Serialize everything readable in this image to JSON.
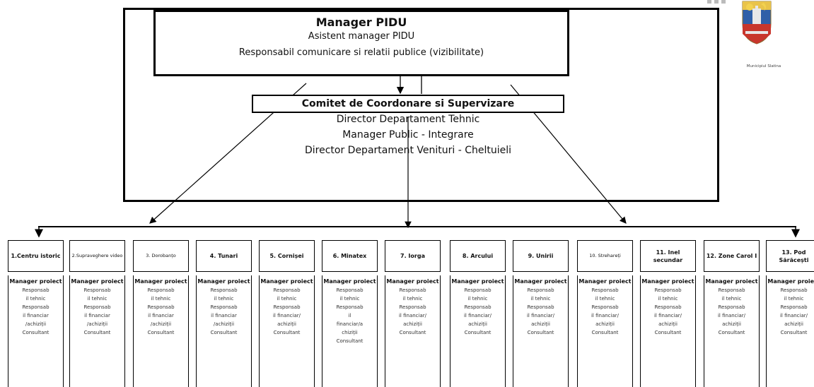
{
  "manager": {
    "title": "Manager PIDU",
    "line1": "Asistent manager PIDU",
    "line2": "Responsabil comunicare si relatii publice (vizibilitate)"
  },
  "committee": {
    "title": "Comitet de Coordonare si Supervizare",
    "members": [
      "Director Departament Tehnic",
      "Manager Public - Integrare",
      "Director Departament Venituri - Cheltuieli"
    ]
  },
  "logo": {
    "caption": "Municipiul Slatina"
  },
  "projects": [
    {
      "title": "1.Centru istoric",
      "manager": "Manager proiect",
      "roles": [
        "Responsab",
        "il tehnic",
        "Responsab",
        "il financiar",
        "/achiziții",
        "Consultant"
      ]
    },
    {
      "title": "2.Supraveghere video",
      "manager": "Manager proiect",
      "roles": [
        "Responsab",
        "il tehnic",
        "Responsab",
        "il financiar",
        "/achiziții",
        "Consultant"
      ]
    },
    {
      "title": "3. Dorobanțo",
      "manager": "Manager proiect",
      "roles": [
        "Responsab",
        "il tehnic",
        "Responsab",
        "il financiar",
        "/achiziții",
        "Consultant"
      ]
    },
    {
      "title": "4. Tunari",
      "manager": "Manager proiect",
      "roles": [
        "Responsab",
        "il tehnic",
        "Responsab",
        "il financiar",
        "/achiziții",
        "Consultant"
      ]
    },
    {
      "title": "5. Cornișei",
      "manager": "Manager proiect",
      "roles": [
        "Responsab",
        "il tehnic",
        "Responsab",
        "il financiar/",
        "achiziții",
        "Consultant"
      ]
    },
    {
      "title": "6. Minatex",
      "manager": "Manager proiect",
      "roles": [
        "Responsab",
        "il tehnic",
        "Responsab",
        "il",
        "financiar/a",
        "chiziții",
        "Consultant"
      ]
    },
    {
      "title": "7. Iorga",
      "manager": "Manager proiect",
      "roles": [
        "Responsab",
        "il tehnic",
        "Responsab",
        "il financiar/",
        "achiziții",
        "Consultant"
      ]
    },
    {
      "title": "8. Arcului",
      "manager": "Manager proiect",
      "roles": [
        "Responsab",
        "il tehnic",
        "Responsab",
        "il financiar/",
        "achiziții",
        "Consultant"
      ]
    },
    {
      "title": "9. Unirii",
      "manager": "Manager proiect",
      "roles": [
        "Responsab",
        "il tehnic",
        "Responsab",
        "il financiar/",
        "achiziții",
        "Consultant"
      ]
    },
    {
      "title": "10. Strehareți",
      "manager": "Manager proiect",
      "roles": [
        "Responsab",
        "il tehnic",
        "Responsab",
        "il financiar/",
        "achiziții",
        "Consultant"
      ]
    },
    {
      "title": "11. Inel secundar",
      "manager": "Manager proiect",
      "roles": [
        "Responsab",
        "il tehnic",
        "Responsab",
        "il financiar/",
        "achiziții",
        "Consultant"
      ]
    },
    {
      "title": "12. Zone Carol I",
      "manager": "Manager proiect",
      "roles": [
        "Responsab",
        "il tehnic",
        "Responsab",
        "il financiar/",
        "achiziții",
        "Consultant"
      ]
    },
    {
      "title": "13. Pod Sărăcești",
      "manager": "Manager proiect",
      "roles": [
        "Responsab",
        "il tehnic",
        "Responsab",
        "il financiar/",
        "achiziții",
        "Consultant"
      ]
    }
  ]
}
